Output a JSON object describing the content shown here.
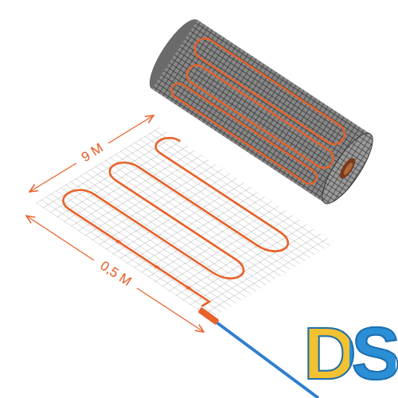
{
  "diagram": {
    "labels": [
      "9 M",
      "0,5 M",
      "DS"
    ]
  }
}
